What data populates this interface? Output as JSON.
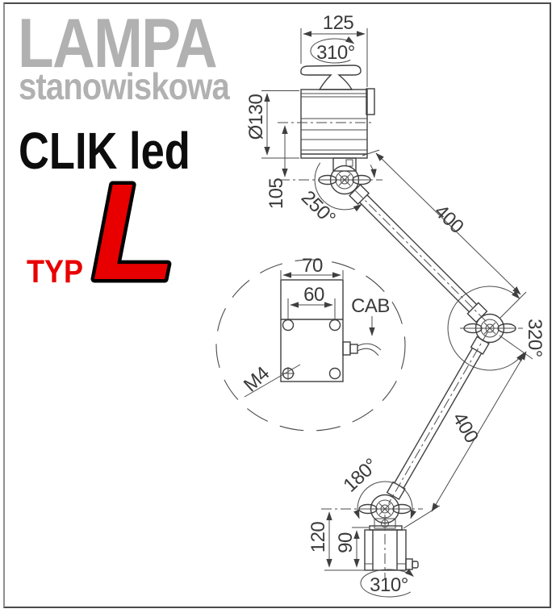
{
  "branding": {
    "title": "LAMPA",
    "subtitle": "stanowiskowa",
    "product": "CLIK led",
    "type_label": "TYP",
    "type_value": "L"
  },
  "colors": {
    "brand_gray": "#b1b1b1",
    "accent_red": "#e80000",
    "line_dark": "#3f3f3f"
  },
  "head": {
    "width": "125",
    "rotation": "310°",
    "diameter": "Ø130",
    "pivot_offset": "105",
    "tilt": "250°"
  },
  "arms": {
    "upper_length": "400",
    "elbow_rotation": "320°",
    "lower_length": "400",
    "base_tilt": "180°"
  },
  "base": {
    "height_total": "120",
    "height_body": "90",
    "rotation": "310°"
  },
  "mount_detail": {
    "plate_width": "70",
    "hole_spacing": "60",
    "cable_label": "CAB",
    "thread_label": "M4"
  }
}
